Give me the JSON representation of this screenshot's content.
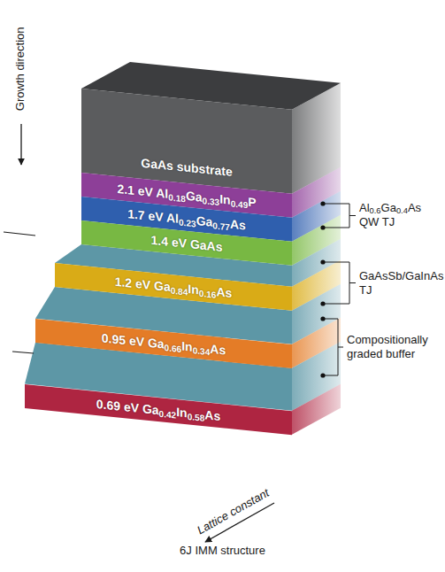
{
  "diagram": {
    "caption": "6J IMM structure",
    "nodes": [
      {
        "text": [
          "GaAs substrate"
        ]
      },
      {
        "text": [
          "2.1 eV Al0.18Ga0.33In0.49P"
        ]
      },
      {
        "text": [
          "1.7 eV Al0.23Ga0.77As"
        ]
      },
      {
        "text": [
          "1.4 eV GaAs"
        ]
      },
      {
        "text": [
          "1.2 eV Ga0.84In0.16As"
        ]
      },
      {
        "text": [
          "0.95 eV Ga0.66In0.34As"
        ]
      },
      {
        "text": [
          "0.69 eV Ga0.42In0.58As"
        ]
      }
    ],
    "labels": [
      "Growth direction",
      "Al0.6Ga0.4As QW TJ",
      "GaAsSb/GaInAs TJ",
      "Compositionally graded buffer",
      "Lattice constant"
    ]
  }
}
